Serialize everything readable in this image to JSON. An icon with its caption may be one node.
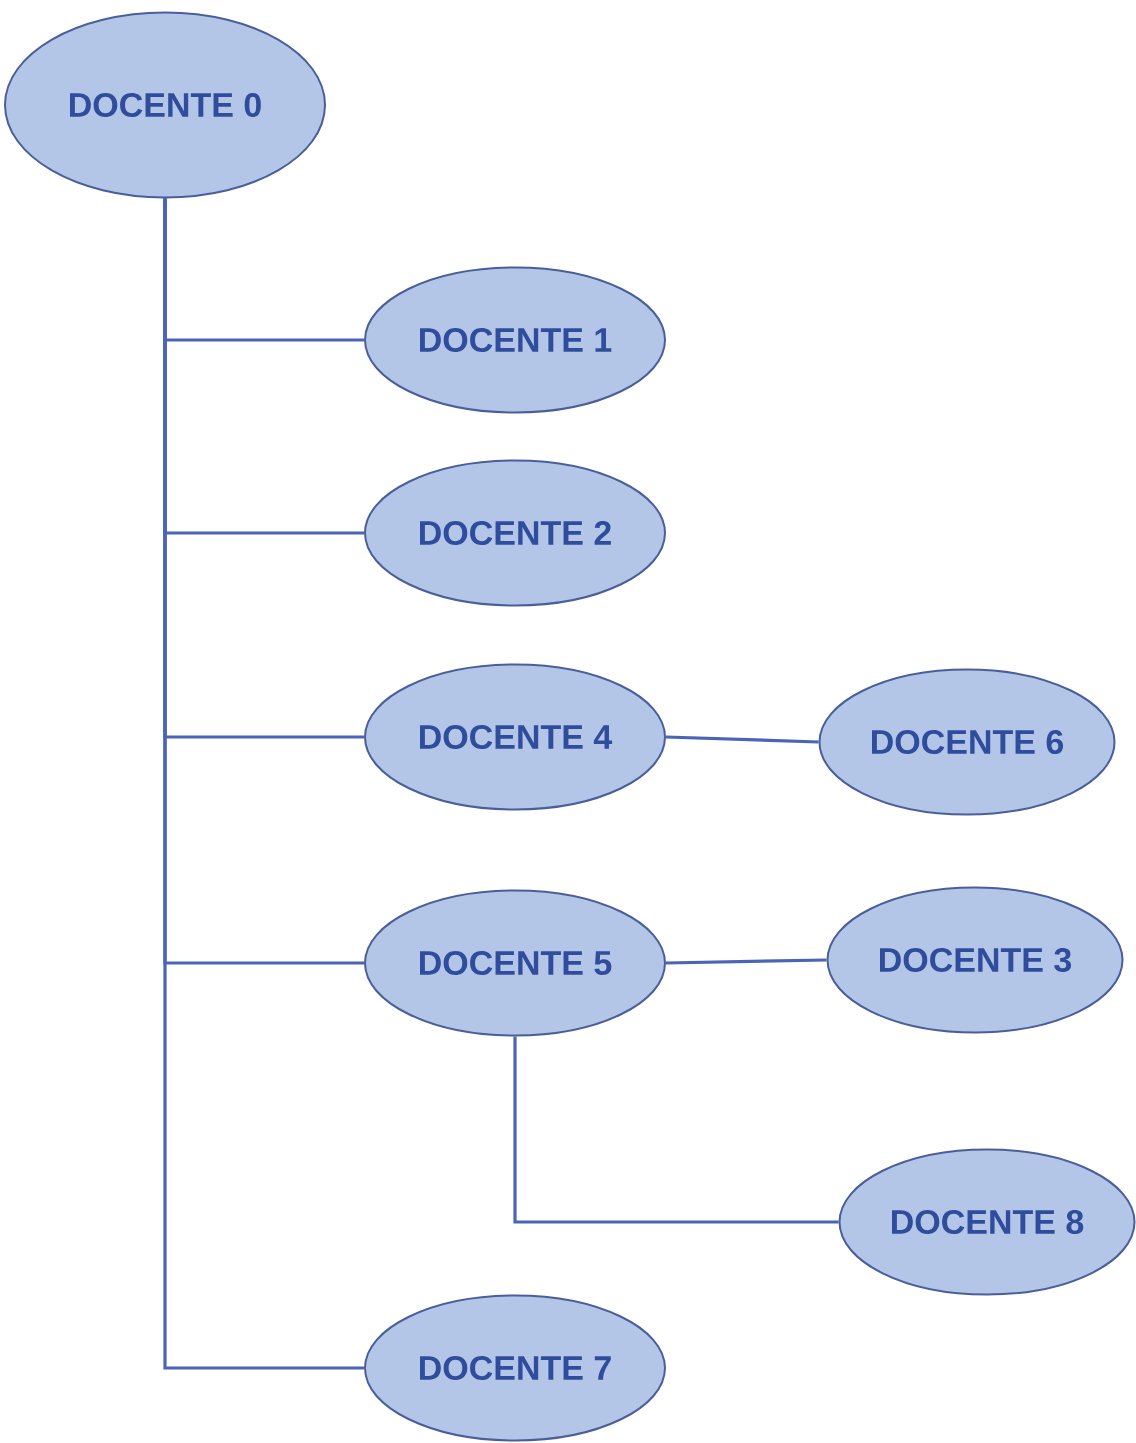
{
  "diagram": {
    "nodes": [
      {
        "text": [
          "DOCENTE 0"
        ]
      },
      {
        "text": [
          "DOCENTE 1"
        ]
      },
      {
        "text": [
          "DOCENTE 2"
        ]
      },
      {
        "text": [
          "DOCENTE 4"
        ]
      },
      {
        "text": [
          "DOCENTE 6"
        ]
      },
      {
        "text": [
          "DOCENTE 5"
        ]
      },
      {
        "text": [
          "DOCENTE 3"
        ]
      },
      {
        "text": [
          "DOCENTE 8"
        ]
      },
      {
        "text": [
          "DOCENTE 7"
        ]
      }
    ],
    "edges": [
      {
        "from": 0,
        "to": 1,
        "arrow": "none"
      },
      {
        "from": 0,
        "to": 2,
        "arrow": "none"
      },
      {
        "from": 0,
        "to": 3,
        "arrow": "none"
      },
      {
        "from": 0,
        "to": 5,
        "arrow": "none"
      },
      {
        "from": 0,
        "to": 8,
        "arrow": "none"
      },
      {
        "from": 3,
        "to": 4,
        "arrow": "none"
      },
      {
        "from": 5,
        "to": 6,
        "arrow": "none"
      },
      {
        "from": 5,
        "to": 7,
        "arrow": "none"
      }
    ]
  }
}
